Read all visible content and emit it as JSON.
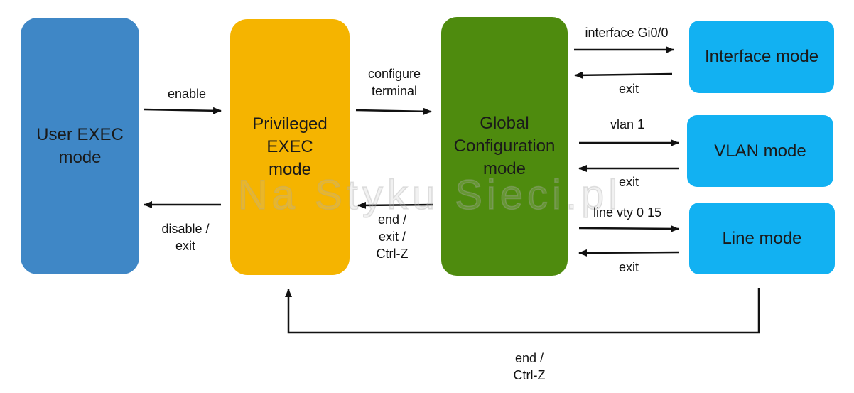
{
  "colors": {
    "user_exec": "#3f87c6",
    "privileged_exec": "#f5b400",
    "global_config": "#4e8b0e",
    "sub_modes": "#12b1f2",
    "arrow": "#111111"
  },
  "boxes": {
    "user_exec": "User EXEC\nmode",
    "privileged_exec": "Privileged\nEXEC\nmode",
    "global_config": "Global\nConfiguration\nmode",
    "interface_mode": "Interface mode",
    "vlan_mode": "VLAN mode",
    "line_mode": "Line mode"
  },
  "labels": {
    "enable": "enable",
    "configure_terminal": "configure\nterminal",
    "disable_exit": "disable /\nexit",
    "end_exit_ctrlz": "end /\nexit /\nCtrl-Z",
    "interface_gi": "interface Gi0/0",
    "exit_interface": "exit",
    "vlan_1": "vlan 1",
    "exit_vlan": "exit",
    "line_vty": "line vty 0 15",
    "exit_line": "exit",
    "end_ctrlz": "end /\nCtrl-Z"
  },
  "watermark": "Na Styku Sieci.pl"
}
